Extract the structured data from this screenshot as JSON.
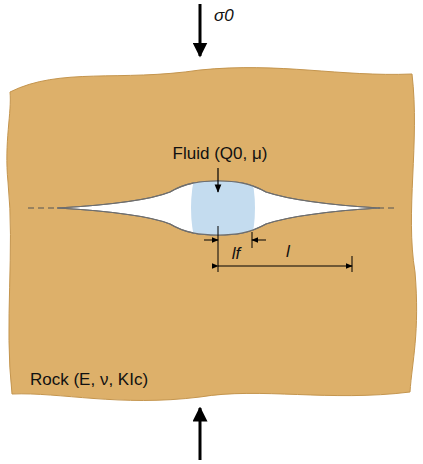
{
  "diagram": {
    "nodes": [
      {
        "text": [
          "Rock (E, ν, KIc)"
        ]
      }
    ],
    "labels": [
      "σ0",
      "Fluid (Q0, μ)",
      "lf",
      "l"
    ]
  }
}
